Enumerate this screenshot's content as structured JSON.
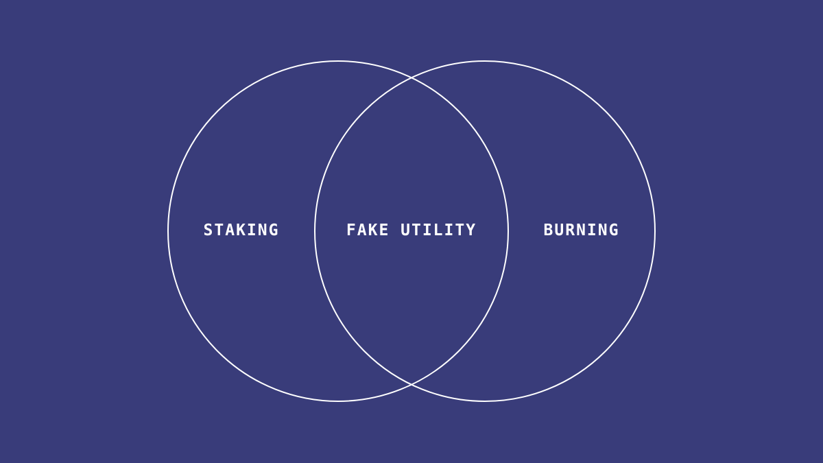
{
  "colors": {
    "background": "#393c7a",
    "stroke": "#ffffff",
    "text": "#ffffff"
  },
  "venn": {
    "left_set": {
      "label": "STAKING"
    },
    "right_set": {
      "label": "BURNING"
    },
    "intersection": {
      "label": "FAKE UTILITY"
    }
  }
}
